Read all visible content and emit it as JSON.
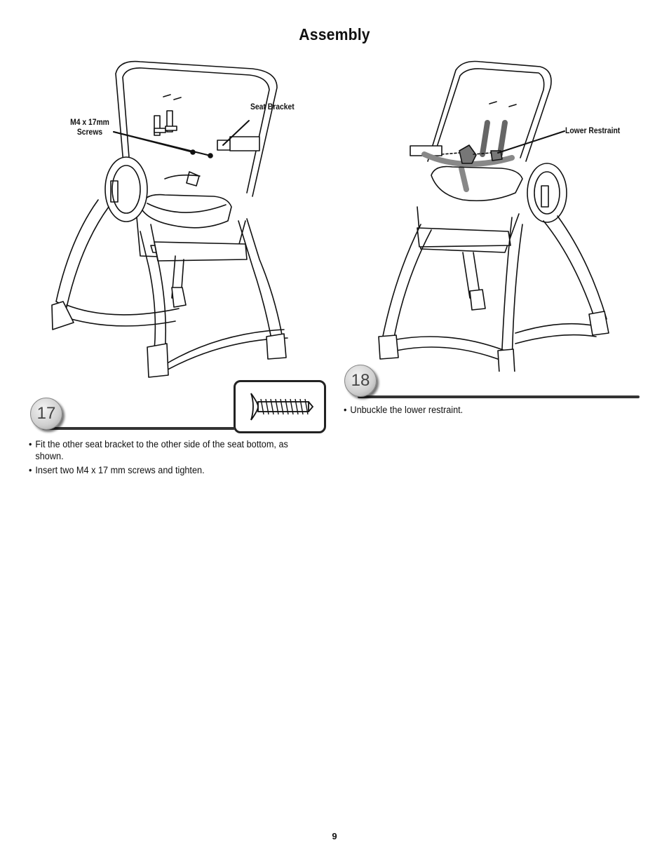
{
  "page": {
    "title": "Assembly",
    "page_number": "9"
  },
  "step17": {
    "number": "17",
    "callouts": {
      "screws_line1": "M4 x 17mm",
      "screws_line2": "Screws",
      "seat_bracket": "Seat Bracket"
    },
    "instructions": [
      "Fit the other seat bracket to the other side of the seat bottom, as shown.",
      "Insert two M4 x 17 mm screws and tighten."
    ]
  },
  "step18": {
    "number": "18",
    "callouts": {
      "lower_restraint": "Lower Restraint"
    },
    "instructions": [
      "Unbuckle the lower restraint."
    ]
  }
}
